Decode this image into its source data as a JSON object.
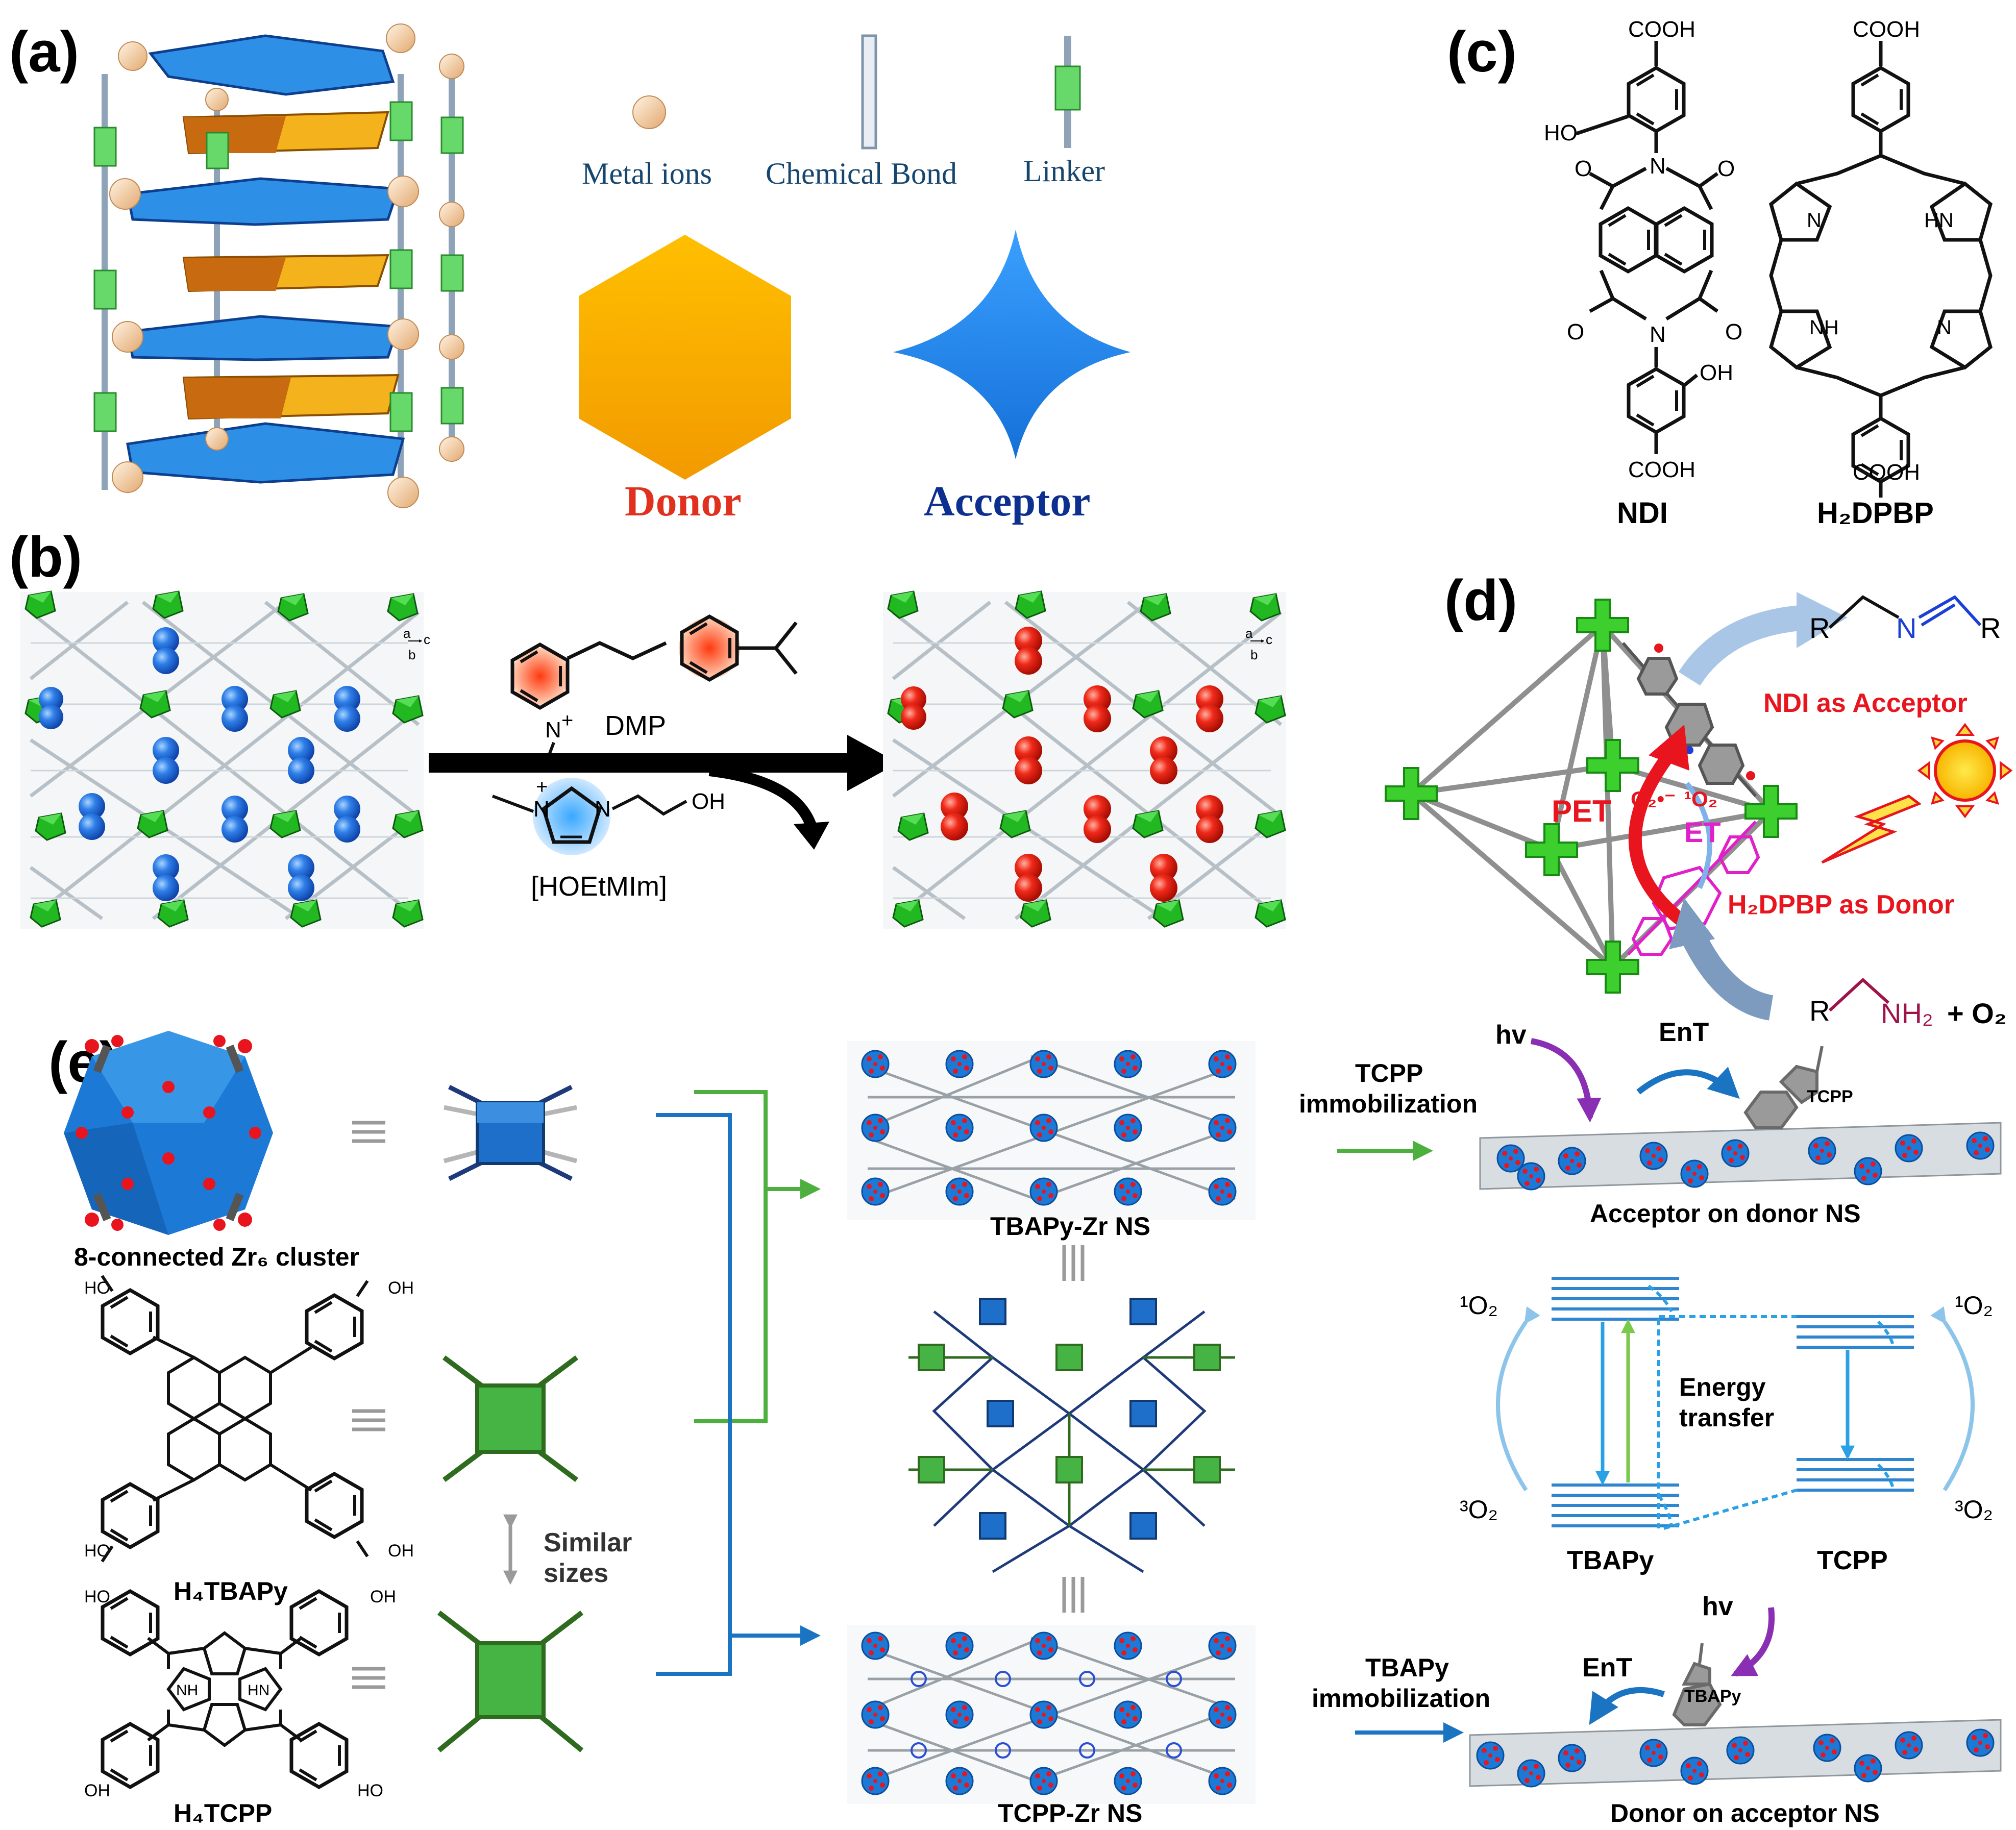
{
  "panels": {
    "a": {
      "label": "(a)",
      "legend_metal": "Metal ions",
      "legend_bond": "Chemical Bond",
      "legend_linker": "Linker",
      "donor": "Donor",
      "acceptor": "Acceptor"
    },
    "b": {
      "label": "(b)",
      "dmp": "DMP",
      "hoetmim": "[HOEtMIm]",
      "oh": "OH",
      "plus": "+",
      "axis_a": "a",
      "axis_b": "b",
      "axis_c": "c"
    },
    "c": {
      "label": "(c)",
      "cooh": "COOH",
      "ho": "HO",
      "oh": "OH",
      "o": "O",
      "n": "N",
      "nh": "NH",
      "hn": "HN",
      "ndi": "NDI",
      "h2dpbp": "H₂DPBP"
    },
    "d": {
      "label": "(d)",
      "r": "R",
      "n": "N",
      "ndi_acceptor": "NDI as Acceptor",
      "pet": "PET",
      "o2_radical": "O₂•⁻",
      "singlet_o2": "¹O₂",
      "et": "ET",
      "h2dpbp_donor": "H₂DPBP as Donor",
      "nh2": "NH₂",
      "plus_o2": "+ O₂"
    },
    "e": {
      "label": "(e)",
      "zr6": "8-connected Zr₆ cluster",
      "h4tbapy": "H₄TBAPy",
      "h4tcpp": "H₄TCPP",
      "similar_sizes_1": "Similar",
      "similar_sizes_2": "sizes",
      "tbapy_zr_ns": "TBAPy-Zr NS",
      "tcpp_zr_ns": "TCPP-Zr NS",
      "tcpp_immob_1": "TCPP",
      "tcpp_immob_2": "immobilization",
      "tbapy_immob_1": "TBAPy",
      "tbapy_immob_2": "immobilization",
      "hv": "hv",
      "ent": "EnT",
      "tcpp_tag": "TCPP",
      "tbapy_tag": "TBAPy",
      "acceptor_on_donor": "Acceptor on donor NS",
      "donor_on_acceptor": "Donor on acceptor NS",
      "singlet_o2": "¹O₂",
      "triplet_o2": "³O₂",
      "energy_transfer_1": "Energy",
      "energy_transfer_2": "transfer",
      "tbapy": "TBAPy",
      "tcpp": "TCPP",
      "cooh_oh": "OH",
      "cooh_ho": "HO",
      "nh": "NH",
      "hn": "HN"
    }
  },
  "colors": {
    "donor": "#f5a300",
    "acceptor": "#1e7fe0",
    "donor_text": "#e0301e",
    "acceptor_text": "#0d2f8f",
    "metal": "#f3c79a",
    "linker": "#67d96a",
    "cluster_green": "#2ea52e",
    "zr_blue": "#1c7ad6",
    "red_text": "#e8141e",
    "magenta": "#e020c8",
    "green_arrow": "#4caf3e",
    "blue_arrow": "#1a74c2",
    "purple": "#8a2fb3",
    "energy_blue": "#2f86d0"
  }
}
